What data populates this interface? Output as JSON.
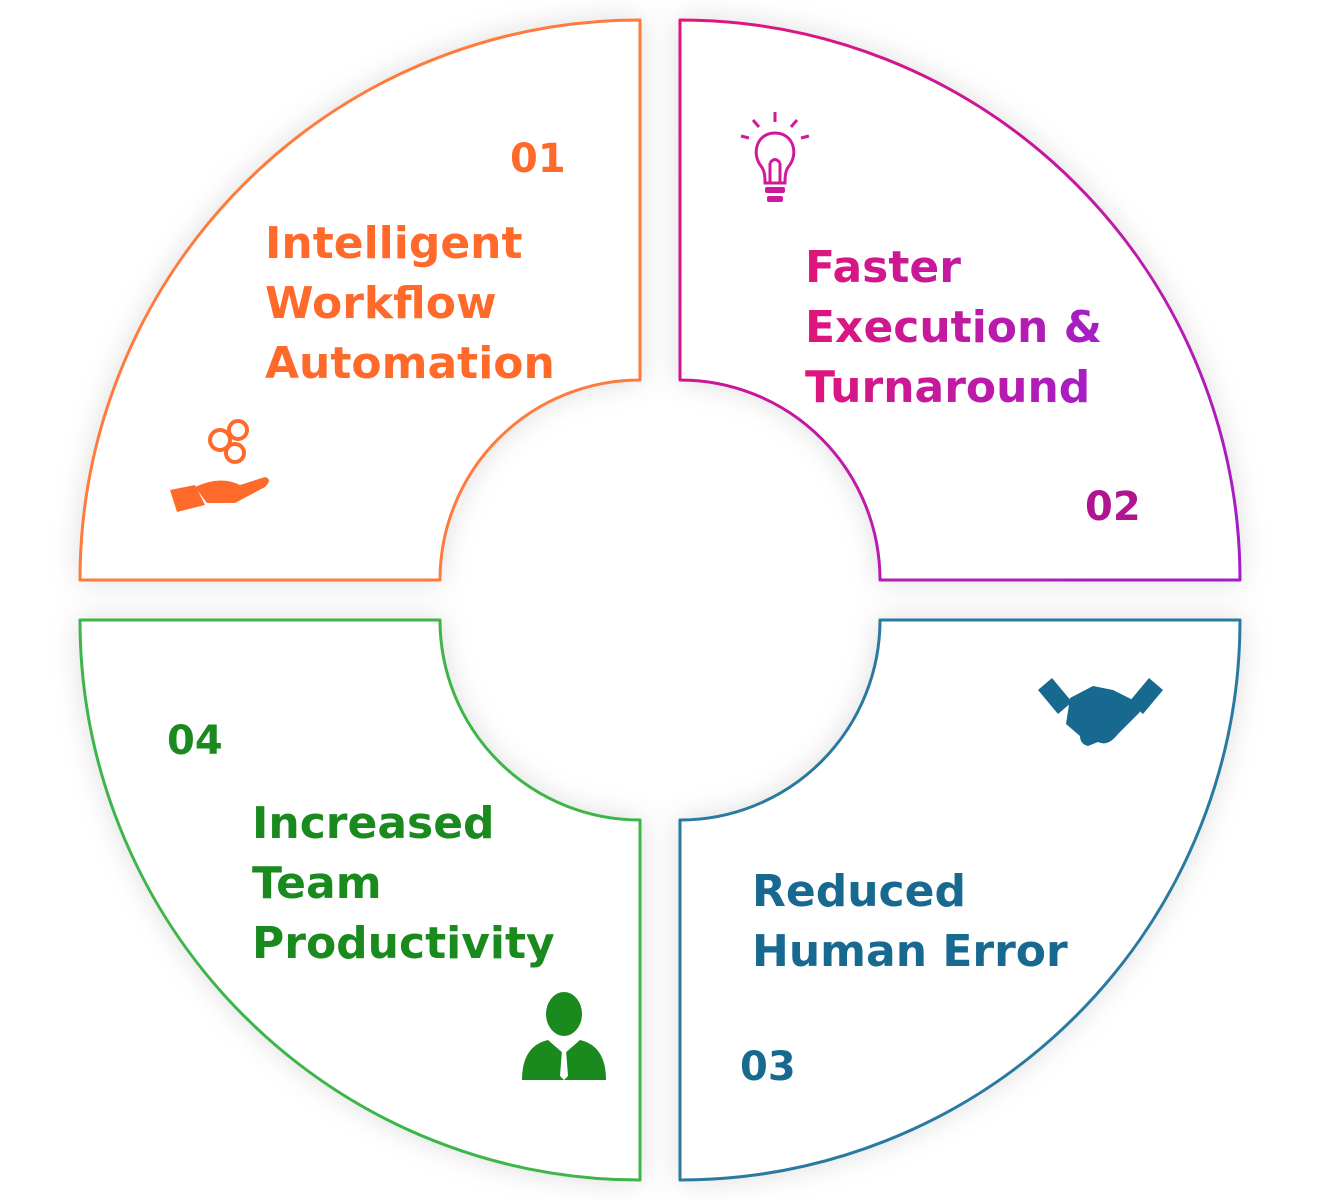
{
  "colors": {
    "orange": "#ff6a2b",
    "magenta": "#e0157a",
    "purple": "#a31ec8",
    "blue": "#17698f",
    "green": "#1a8a1f",
    "green_stroke": "#3cb54a"
  },
  "segments": [
    {
      "number": "01",
      "title": [
        "Intelligent",
        "Workflow",
        "Automation"
      ],
      "icon": "hand-with-gears-icon"
    },
    {
      "number": "02",
      "title": [
        "Faster",
        "Execution &",
        "Turnaround"
      ],
      "icon": "lightbulb-icon"
    },
    {
      "number": "03",
      "title": [
        "Reduced",
        "Human Error"
      ],
      "icon": "handshake-icon"
    },
    {
      "number": "04",
      "title": [
        "Increased",
        "Team",
        "Productivity"
      ],
      "icon": "businessman-icon"
    }
  ]
}
